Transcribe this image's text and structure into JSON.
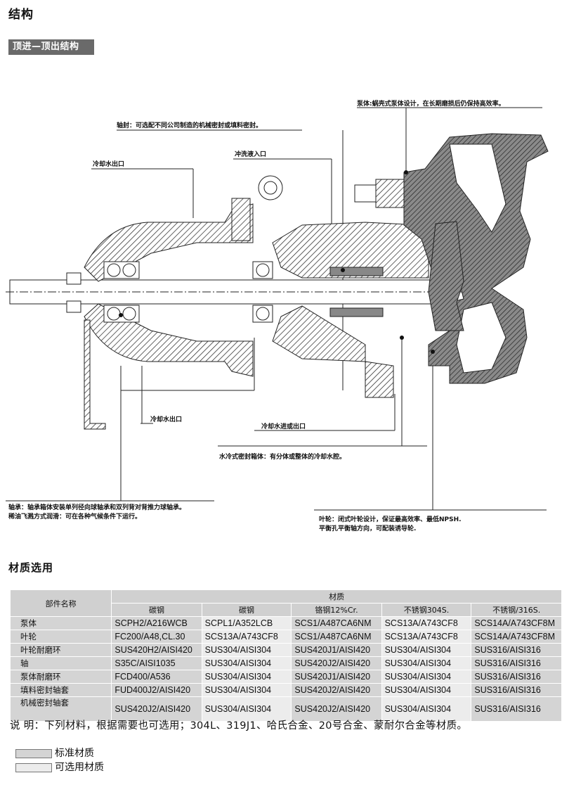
{
  "section_title": "结构",
  "structure_tag": "顶进—顶出结构",
  "callouts": {
    "pump_body": "泵体:蜗壳式泵体设计，在长期磨损后仍保持高效率。",
    "shaft_seal": "轴封：可选配不同公司制造的机械密封或填料密封。",
    "flush_inlet": "冲洗液入口",
    "cooling_outlet_top": "冷却水出口",
    "cooling_outlet_bottom": "冷却水出口",
    "cooling_in_out": "冷却水进或出口",
    "seal_box": "水冷式密封箱体：有分体或整体的冷却水腔。",
    "bearing_line1": "轴承：轴承箱体安装单列径向球轴承和双列背对背推力球轴承。",
    "bearing_line2": "稀油飞溅方式润滑：可在各种气候条件下运行。",
    "impeller_line1": "叶轮：闭式叶轮设计，保证最高效率、最低NPSH.",
    "impeller_line2": "平衡孔平衡轴方向，可配装诱导轮."
  },
  "materials_title": "材质选用",
  "table": {
    "part_header": "部件名称",
    "material_header": "材质",
    "columns": [
      {
        "label": "碳钢",
        "kind": "std"
      },
      {
        "label": "碳钢",
        "kind": "opt"
      },
      {
        "label": "铬钢12%Cr.",
        "kind": "std"
      },
      {
        "label": "不锈钢304S.",
        "kind": "opt"
      },
      {
        "label": "不锈钢/316S.",
        "kind": "std"
      }
    ],
    "rows": [
      {
        "part": "泵体",
        "values": [
          "SCPH2/A216WCB",
          "SCPL1/A352LCB",
          "SCS1/A487CA6NM",
          "SCS13A/A743CF8",
          "SCS14A/A743CF8M"
        ]
      },
      {
        "part": "叶轮",
        "values": [
          "FC200/A48,CL.30",
          "SCS13A/A743CF8",
          "SCS1/A487CA6NM",
          "SCS13A/A743CF8",
          "SCS14A/A743CF8M"
        ]
      },
      {
        "part": "叶轮耐磨环",
        "values": [
          "SUS420H2/AISI420",
          "SUS304/AISI304",
          "SUS420J1/AISI420",
          "SUS304/AISI304",
          "SUS316/AISI316"
        ]
      },
      {
        "part": "轴",
        "values": [
          "S35C/AISI1035",
          "SUS304/AISI304",
          "SUS420J2/AISI420",
          "SUS304/AISI304",
          "SUS316/AISI316"
        ]
      },
      {
        "part": "泵体耐磨环",
        "values": [
          "FCD400/A536",
          "SUS304/AISI304",
          "SUS420J1/AISI420",
          "SUS304/AISI304",
          "SUS316/AISI316"
        ]
      },
      {
        "part": "填料密封轴套",
        "values": [
          "FUD400J2/AISI420",
          "SUS304/AISI304",
          "SUS420J2/AISI420",
          "SUS304/AISI304",
          "SUS316/AISI316"
        ]
      },
      {
        "part": "机械密封轴套",
        "values": [
          "SUS420J2/AISI420",
          "SUS304/AISI304",
          "SUS420J2/AISI420",
          "SUS304/AISI304",
          "SUS316/AISI316"
        ]
      }
    ]
  },
  "note": "说  明：下列材料，根据需要也可选用；304L、319J1、哈氏合金、20号合金、蒙耐尔合金等材质。",
  "legend": [
    {
      "label": "标准材质",
      "color": "#d4d4d4"
    },
    {
      "label": "可选用材质",
      "color": "#ececec"
    }
  ]
}
